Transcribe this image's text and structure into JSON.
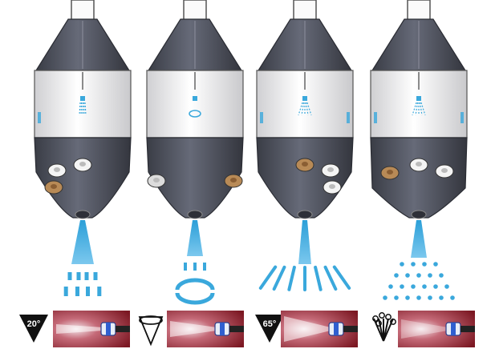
{
  "colors": {
    "body_dark": "#4a4d57",
    "body_mid": "#5f6270",
    "band_white": "#f2f2f2",
    "spray_blue": "#3aa8dc",
    "brass": "#b88a56",
    "photo_bg": "#8e1e2a"
  },
  "nozzles": [
    {
      "icon": "narrow-jet-icon",
      "badge": "20°",
      "spray": "narrow"
    },
    {
      "icon": "rotating-jet-icon",
      "badge": "",
      "spray": "rotary"
    },
    {
      "icon": "fan-jet-icon",
      "badge": "65°",
      "spray": "fan"
    },
    {
      "icon": "foam-jet-icon",
      "badge": "",
      "spray": "mist"
    }
  ]
}
